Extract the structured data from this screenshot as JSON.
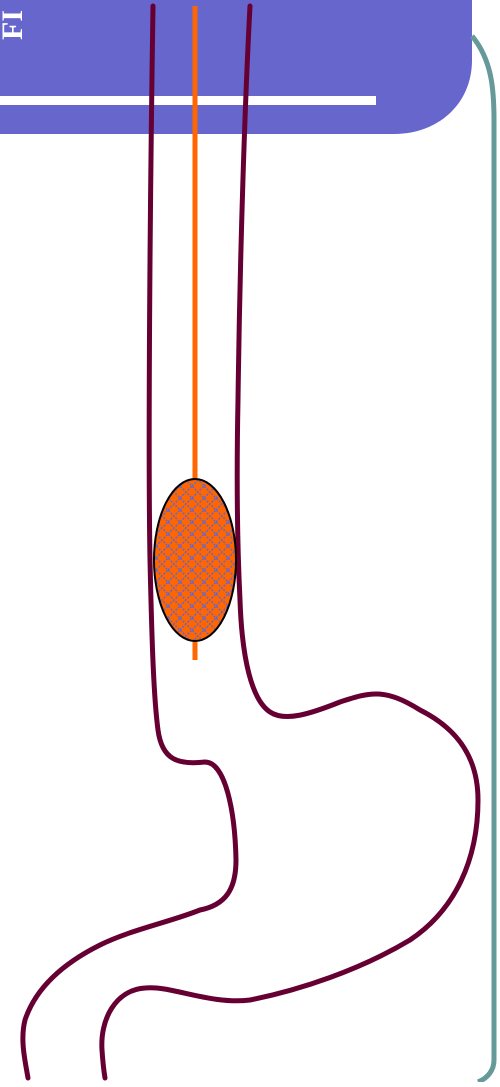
{
  "slide": {
    "title_fragment": "FI",
    "colors": {
      "header_fill": "#6666cc",
      "header_rule": "#ffffff",
      "frame_border": "#669999",
      "anatomy_outline": "#660033",
      "tube": "#ff6600",
      "balloon_fill": "#ff6600",
      "balloon_hatch": "#6666cc",
      "balloon_outline": "#000000"
    }
  },
  "diagram": {
    "structures": [
      "esophagus-outline",
      "stomach-outline",
      "duodenum-outline"
    ],
    "device": [
      "feeding-tube",
      "inflated-balloon"
    ]
  }
}
